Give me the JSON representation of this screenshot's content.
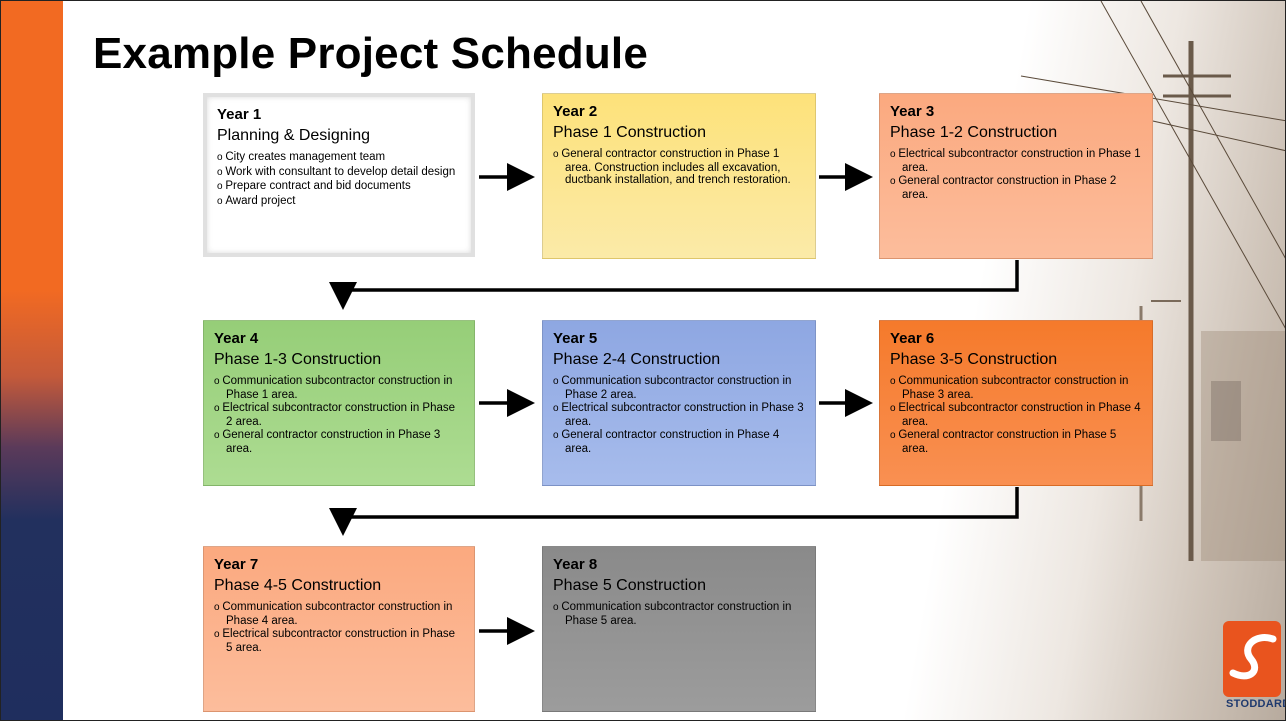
{
  "title": "Example Project Schedule",
  "boxes": [
    {
      "year": "Year 1",
      "phase": "Planning & Designing",
      "items": [
        "City creates management team",
        "Work with consultant to develop detail design",
        "Prepare contract and bid documents",
        "Award project"
      ]
    },
    {
      "year": "Year 2",
      "phase": "Phase 1 Construction",
      "items": [
        "General contractor construction in Phase 1 area. Construction includes all excavation, ductbank installation, and trench restoration."
      ]
    },
    {
      "year": "Year 3",
      "phase": "Phase 1-2 Construction",
      "items": [
        "Electrical subcontractor construction in Phase 1 area.",
        "General contractor construction in Phase 2 area."
      ]
    },
    {
      "year": "Year 4",
      "phase": "Phase 1-3 Construction",
      "items": [
        "Communication subcontractor construction in Phase 1 area.",
        "Electrical subcontractor construction in Phase 2 area.",
        "General contractor construction in Phase 3 area."
      ]
    },
    {
      "year": "Year 5",
      "phase": "Phase 2-4 Construction",
      "items": [
        "Communication subcontractor construction in Phase 2 area.",
        "Electrical subcontractor construction in Phase 3 area.",
        "General contractor construction in Phase 4 area."
      ]
    },
    {
      "year": "Year 6",
      "phase": "Phase 3-5 Construction",
      "items": [
        "Communication subcontractor construction in Phase 3 area.",
        "Electrical subcontractor construction in Phase 4 area.",
        "General contractor construction in Phase 5 area."
      ]
    },
    {
      "year": "Year 7",
      "phase": "Phase 4-5 Construction",
      "items": [
        "Communication subcontractor construction in Phase 4 area.",
        "Electrical subcontractor construction in Phase 5 area."
      ]
    },
    {
      "year": "Year 8",
      "phase": "Phase 5 Construction",
      "items": [
        "Communication subcontractor construction in Phase 5 area."
      ]
    }
  ],
  "logo": {
    "text": "STODDARD"
  },
  "colors": {
    "accent_orange": "#f26a22",
    "accent_navy": "#1f2e5e"
  }
}
